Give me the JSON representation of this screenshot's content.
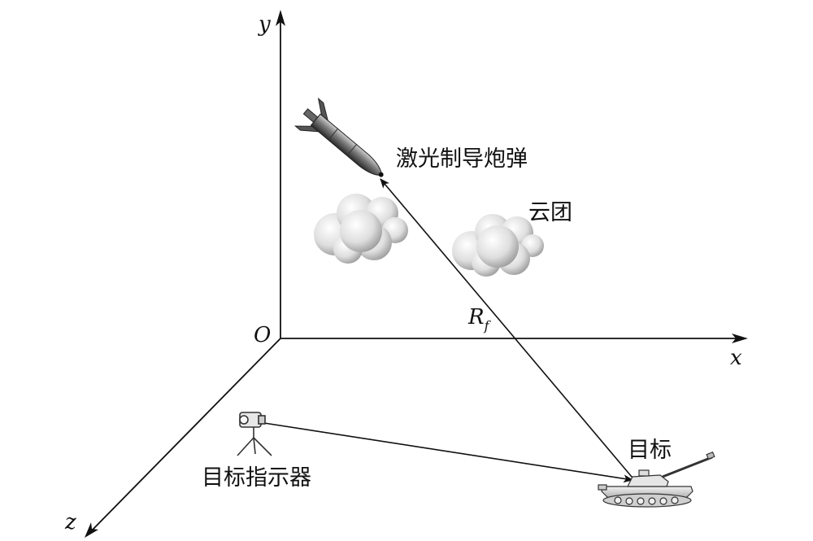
{
  "axes": {
    "y_label": "y",
    "x_label": "x",
    "z_label": "z",
    "origin_label": "O"
  },
  "labels": {
    "shell": "激光制导炮弹",
    "cloud": "云团",
    "range_main": "R",
    "range_sub": "f",
    "target": "目标",
    "designator": "目标指示器"
  },
  "icons": {
    "shell": "laser-guided-shell-icon",
    "cloud": "cloud-icon",
    "tank": "tank-icon",
    "designator": "tripod-designator-icon"
  },
  "colors": {
    "line": "#111111",
    "cloud_light": "#f4f4f4",
    "cloud_dark": "#9a9a9a"
  }
}
